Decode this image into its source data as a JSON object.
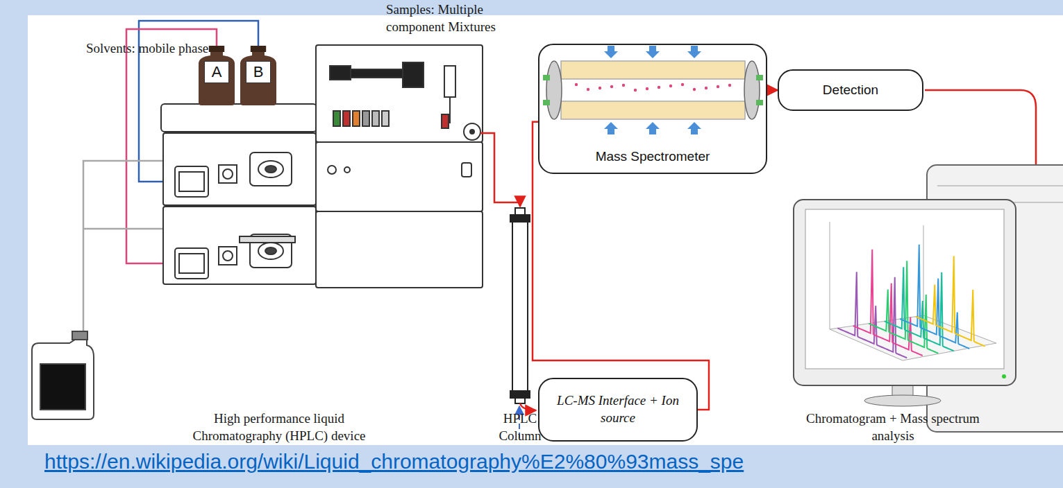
{
  "diagram": {
    "nodes": [
      {
        "text": [
          "A"
        ]
      },
      {
        "text": [
          "B"
        ]
      },
      {
        "text": [
          "Mass Spectrometer"
        ]
      },
      {
        "text": [
          "Detection"
        ]
      },
      {
        "text": [
          "LC-MS Interface + Ion source"
        ]
      }
    ],
    "edges": [
      {
        "from": 2,
        "to": 3,
        "arrow": "to"
      },
      {
        "from": 4,
        "to": 2,
        "arrow": "none"
      }
    ],
    "labels": [
      "Solvents: mobile phase",
      "Samples: Multiple component Mixtures",
      "High performance liquid Chromatography (HPLC) device",
      "HPLC Column",
      "Chromatogram + Mass spectrum analysis",
      "https://en.wikipedia.org/wiki/Liquid_chromatography%E2%80%93mass_spe"
    ]
  }
}
